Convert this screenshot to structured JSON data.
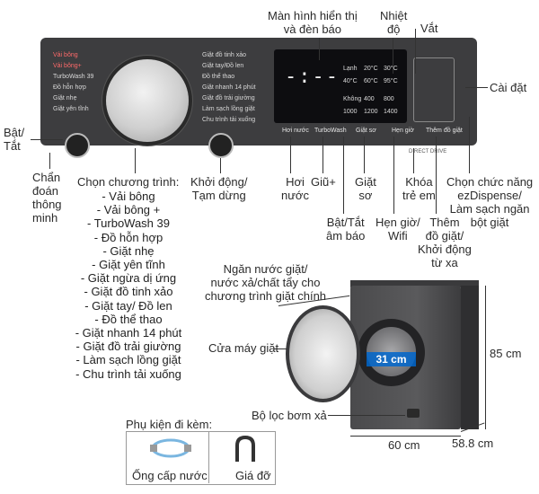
{
  "callouts": {
    "display": "Màn hình hiển thị\nvà đèn báo",
    "temp": "Nhiệt\nđộ",
    "spin": "Vắt",
    "settings": "Cài đặt",
    "power": "Bật/\nTắt",
    "diagnose": "Chẩn\nđoán\nthông\nminh",
    "start": "Khởi động/\nTạm dừng",
    "prewash": "Hơi\nnước",
    "rinse_plus": "Giũ+",
    "dry": "Giặt\nsơ",
    "child_lock": "Khóa\ntrẻ em",
    "ezdispense": "Chọn chức năng\nezDispense/\nLàm sạch ngăn\nbột giặt",
    "sound": "Bật/Tắt\nâm báo",
    "timer_wifi": "Hẹn giờ/\nWifi",
    "add_clothes": "Thêm\nđồ giặt/\nKhởi động\ntừ xa",
    "detergent": "Ngăn nước giặt/\nnước xả/chất tẩy cho\nchương trình giặt chính",
    "door": "Cửa máy giặt",
    "filter": "Bộ lọc bơm xả",
    "height": "85 cm",
    "width": "60 cm",
    "depth": "58.8 cm",
    "drum_dim": "31 cm"
  },
  "programs": {
    "title": "Chọn chương trình:",
    "items": [
      "- Vải bông",
      "- Vải bông +",
      "- TurboWash 39",
      "- Đồ hỗn hợp",
      "- Giặt nhẹ",
      "- Giặt yên tĩnh",
      "- Giặt ngừa dị ứng",
      "- Giặt đồ tinh xảo",
      "- Giặt tay/ Đồ len",
      "- Đồ thể thao",
      "- Giặt nhanh 14 phút",
      "- Giặt đồ trải giường",
      "- Làm sạch lồng giặt",
      "- Chu trình tải xuống"
    ]
  },
  "panel": {
    "left_labels": [
      "Vải bông",
      "Vải bông+",
      "TurboWash 39",
      "Đồ hỗn hợp",
      "Giặt nhẹ",
      "Giặt yên tĩnh"
    ],
    "right_labels": [
      "Giặt đồ tinh xảo",
      "Giặt tay/Đồ len",
      "Đồ thể thao",
      "Giặt nhanh 14 phút",
      "Giặt đồ trải giường",
      "Làm sạch lồng giặt",
      "Chu trình tải xuống"
    ],
    "display_seg": "-:--",
    "temps": [
      "Lạnh",
      "20°C",
      "30°C",
      "40°C",
      "60°C",
      "95°C"
    ],
    "spins": [
      "Không",
      "400",
      "800",
      "1000",
      "1200",
      "1400"
    ],
    "buttons": [
      "Hơi nước",
      "TurboWash",
      "Giặt sơ",
      "Hẹn giờ",
      "Thêm đồ giặt"
    ],
    "brand": "DIRECT DRIVE"
  },
  "accessories": {
    "title": "Phụ kiện đi kèm:",
    "hose": "Ống cấp nước",
    "bracket": "Giá đỡ"
  }
}
